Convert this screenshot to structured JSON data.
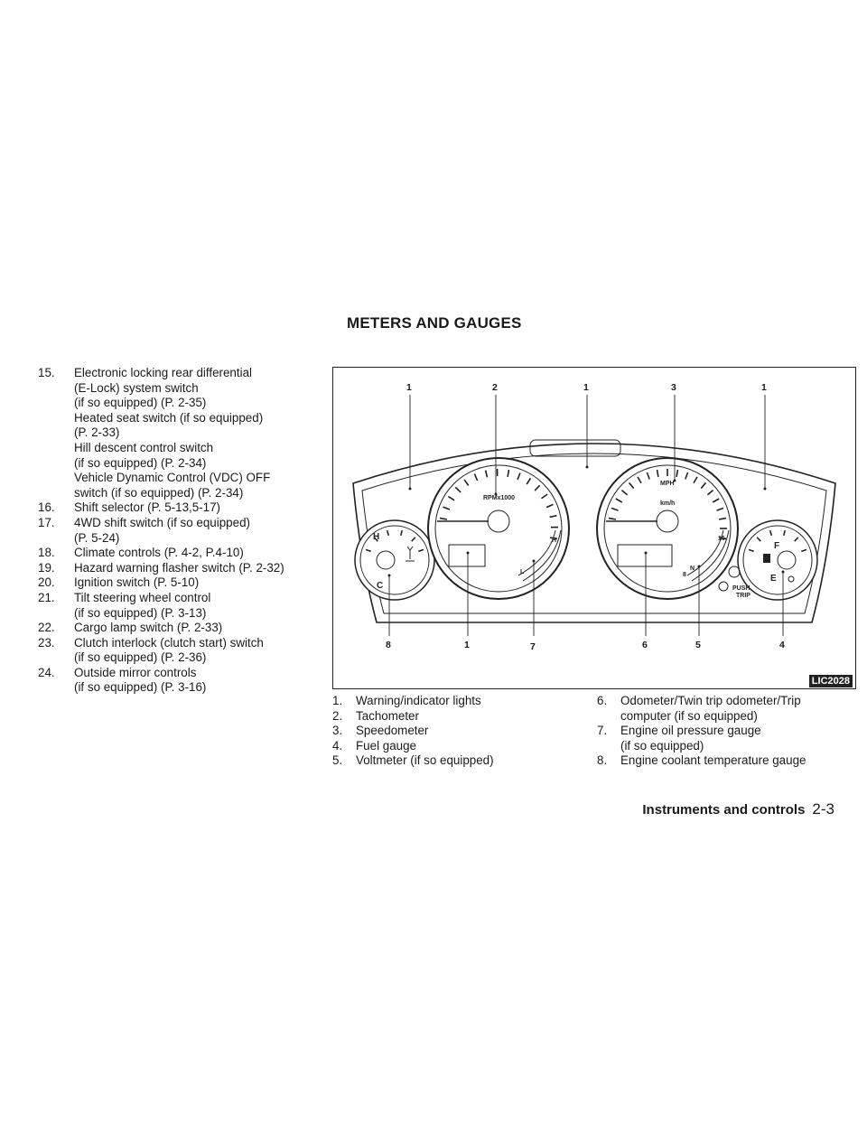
{
  "section_title": "METERS AND GAUGES",
  "left_list": [
    {
      "num": "15.",
      "lines": [
        "Electronic locking rear differential",
        "(E-Lock) system switch",
        "(if so equipped) (P. 2-35)",
        "Heated seat switch (if so equipped)",
        "(P. 2-33)",
        "Hill descent control switch",
        "(if so equipped) (P. 2-34)",
        "Vehicle Dynamic Control (VDC) OFF",
        "switch (if so equipped) (P. 2-34)"
      ]
    },
    {
      "num": "16.",
      "lines": [
        "Shift selector (P. 5-13,5-17)"
      ]
    },
    {
      "num": "17.",
      "lines": [
        "4WD shift switch (if so equipped)",
        "(P. 5-24)"
      ]
    },
    {
      "num": "18.",
      "lines": [
        "Climate controls (P. 4-2, P.4-10)"
      ]
    },
    {
      "num": "19.",
      "lines": [
        "Hazard warning flasher switch (P. 2-32)"
      ]
    },
    {
      "num": "20.",
      "lines": [
        "Ignition switch (P. 5-10)"
      ]
    },
    {
      "num": "21.",
      "lines": [
        "Tilt steering wheel control",
        "(if so equipped) (P. 3-13)"
      ]
    },
    {
      "num": "22.",
      "lines": [
        "Cargo lamp switch (P. 2-33)"
      ]
    },
    {
      "num": "23.",
      "lines": [
        "Clutch interlock (clutch start) switch",
        "(if so equipped) (P. 2-36)"
      ]
    },
    {
      "num": "24.",
      "lines": [
        "Outside mirror controls",
        "(if so equipped) (P. 3-16)"
      ]
    }
  ],
  "figure": {
    "code": "LIC2028",
    "callouts_top": [
      "1",
      "2",
      "1",
      "3",
      "1"
    ],
    "callouts_bottom": [
      "8",
      "1",
      "7",
      "6",
      "5",
      "4"
    ],
    "labels": {
      "tach": "RPMx1000",
      "mph": "MPH",
      "kmh": "km/h",
      "temp_h": "H",
      "temp_c": "C",
      "oil_h": "H",
      "oil_l": "L",
      "volt_16": "16",
      "volt_8": "8",
      "volt_n": "N",
      "fuel_f": "F",
      "fuel_e": "E",
      "push": "PUSH",
      "trip": "TRIP"
    }
  },
  "legend_left": [
    {
      "num": "1.",
      "lines": [
        "Warning/indicator lights"
      ]
    },
    {
      "num": "2.",
      "lines": [
        "Tachometer"
      ]
    },
    {
      "num": "3.",
      "lines": [
        "Speedometer"
      ]
    },
    {
      "num": "4.",
      "lines": [
        "Fuel gauge"
      ]
    },
    {
      "num": "5.",
      "lines": [
        "Voltmeter (if so equipped)"
      ]
    }
  ],
  "legend_right": [
    {
      "num": "6.",
      "lines": [
        "Odometer/Twin trip odometer/Trip",
        "computer (if so equipped)"
      ]
    },
    {
      "num": "7.",
      "lines": [
        "Engine oil pressure gauge",
        "(if so equipped)"
      ]
    },
    {
      "num": "8.",
      "lines": [
        "Engine coolant temperature gauge"
      ]
    }
  ],
  "footer": {
    "chapter": "Instruments and controls",
    "page": "2-3"
  }
}
